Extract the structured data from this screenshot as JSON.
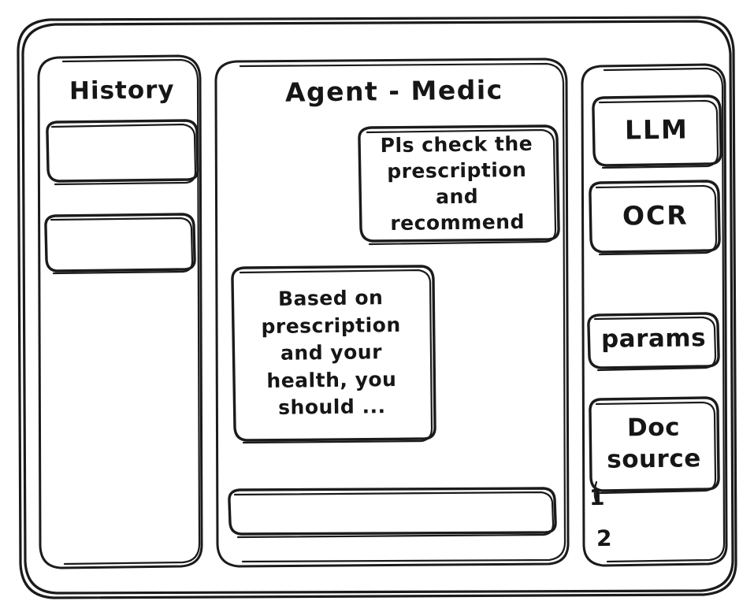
{
  "window": {
    "style": "hand-drawn-wireframe",
    "stroke_color": "#1b1b1b",
    "background_color": "#ffffff"
  },
  "sidebar": {
    "title": "History",
    "items": [
      {
        "label": "",
        "name": "history-item-1"
      },
      {
        "label": "",
        "name": "history-item-2"
      }
    ]
  },
  "main": {
    "title": "Agent - Medic",
    "messages": [
      {
        "role": "user",
        "text": "Pls check the prescription and recommend"
      },
      {
        "role": "assistant",
        "text": "Based on prescription and your health, you should ..."
      }
    ],
    "composer": {
      "value": "",
      "placeholder": ""
    }
  },
  "right_rail": {
    "tools": [
      {
        "label": "LLM",
        "name": "tool-llm"
      },
      {
        "label": "OCR",
        "name": "tool-ocr"
      },
      {
        "label": "params",
        "name": "tool-params"
      },
      {
        "label": "Doc\nsource",
        "name": "tool-docsource"
      }
    ],
    "doc_source_refs": [
      "1",
      "2"
    ]
  }
}
